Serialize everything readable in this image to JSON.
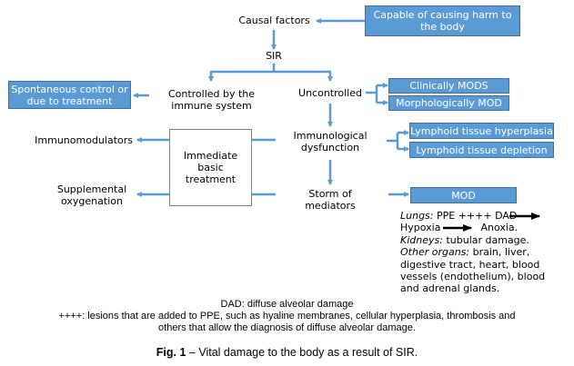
{
  "colors": {
    "box_fill": "#5b9bd5",
    "box_border": "#41719c",
    "arrow": "#5b9bd5",
    "text": "#000000"
  },
  "nodes": {
    "causal_factors": "Causal factors",
    "capable_harm": [
      "Capable of causing harm to",
      "the body"
    ],
    "sir": "SIR",
    "controlled": [
      "Controlled by the",
      "immune system"
    ],
    "spontaneous": [
      "Spontaneous control or",
      "due to treatment"
    ],
    "uncontrolled": "Uncontrolled",
    "clinically_mods": "Clinically MODS",
    "morphologically_mod": "Morphologically MOD",
    "immunological_dysfunction": [
      "Immunological",
      "dysfunction"
    ],
    "lymphoid_hyperplasia": "Lymphoid tissue hyperplasia",
    "lymphoid_depletion": "Lymphoid tissue depletion",
    "storm": [
      "Storm of",
      "mediators"
    ],
    "mod": "MOD",
    "immediate_treatment": [
      "Immediate",
      "basic",
      "treatment"
    ],
    "immunomodulators": "Immunomodulators",
    "supplemental": [
      "Supplemental",
      "oxygenation"
    ]
  },
  "notes": {
    "lungs_label": "Lungs:",
    "lungs_text": "PPE ++++ DAD",
    "hypoxia": "Hypoxia",
    "anoxia": "Anoxia.",
    "kidneys_label": "Kidneys:",
    "kidneys_text": "tubular damage.",
    "other_label": "Other organs:",
    "other_text_1": "brain, liver,",
    "other_text_2": "digestive tract, heart, blood",
    "other_text_3": "vessels (endothelium), blood",
    "other_text_4": "and adrenal  glands."
  },
  "legend": {
    "dad": "DAD: diffuse alveolar damage",
    "plus_1": "++++: lesions that are added to PPE, such as hyaline membranes, cellular hyperplasia, thrombosis and",
    "plus_2": "others that allow the diagnosis of diffuse alveolar damage."
  },
  "caption": {
    "label": "Fig. 1",
    "text": " – Vital damage to the body as a result of SIR."
  }
}
